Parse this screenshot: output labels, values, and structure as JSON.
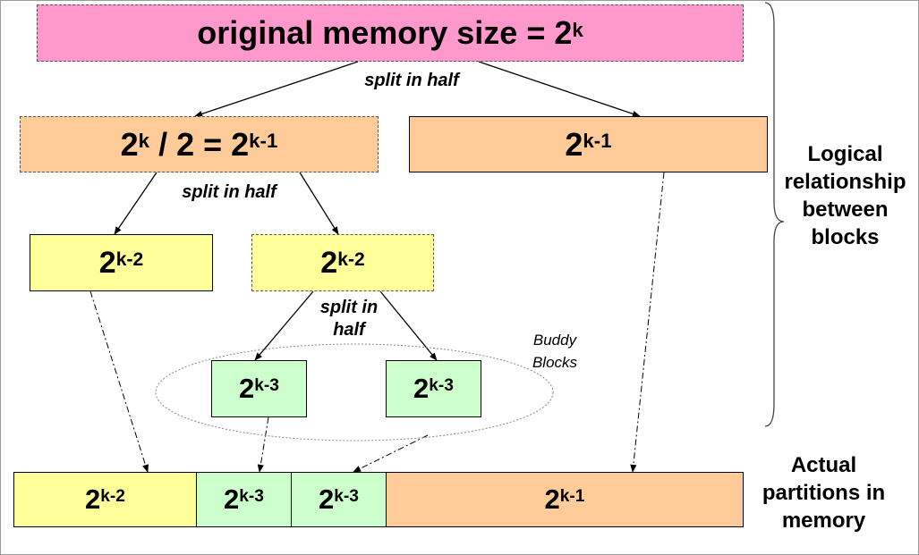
{
  "tree": {
    "root": {
      "base": "original memory size = 2",
      "exp": "k"
    },
    "left_level1": {
      "base_a": "2",
      "exp_a": "k",
      "mid": " / 2 = 2",
      "exp_b": "k-1"
    },
    "right_level1": {
      "base": "2",
      "exp": "k-1"
    },
    "left_level2": {
      "base": "2",
      "exp": "k-2"
    },
    "right_level2": {
      "base": "2",
      "exp": "k-2"
    },
    "buddy_left": {
      "base": "2",
      "exp": "k-3"
    },
    "buddy_right": {
      "base": "2",
      "exp": "k-3"
    }
  },
  "labels": {
    "split_1": "split in half",
    "split_2": "split in half",
    "split_3_line1": "split in",
    "split_3_line2": "half",
    "buddy_line1": "Buddy",
    "buddy_line2": "Blocks"
  },
  "sides": {
    "logical": [
      "Logical",
      "relationship",
      "between",
      "blocks"
    ],
    "actual": [
      "Actual",
      "partitions in",
      "memory"
    ]
  },
  "memory_bar": [
    {
      "base": "2",
      "exp": "k-2",
      "color": "#ffff99"
    },
    {
      "base": "2",
      "exp": "k-3",
      "color": "#ccffcc"
    },
    {
      "base": "2",
      "exp": "k-3",
      "color": "#ccffcc"
    },
    {
      "base": "2",
      "exp": "k-1",
      "color": "#ffcc99"
    }
  ],
  "colors": {
    "root": "#ff99cc",
    "half": "#ffcc99",
    "quarter": "#ffff99",
    "eighth": "#ccffcc"
  }
}
